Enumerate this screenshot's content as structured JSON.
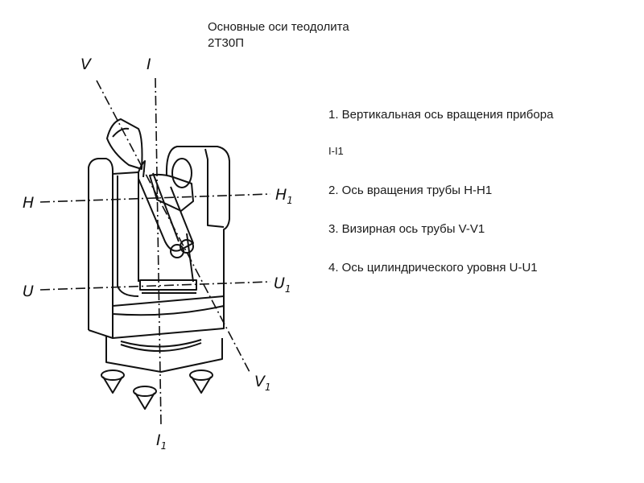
{
  "title": {
    "line1": "Основные оси теодолита",
    "line2": "2Т30П"
  },
  "items": [
    {
      "text": "1. Вертикальная ось вращения прибора"
    },
    {
      "text": "I-I1"
    },
    {
      "text": "2. Ось вращения трубы H-H1"
    },
    {
      "text": "3. Визирная ось трубы V-V1"
    },
    {
      "text": "4. Ось цилиндрического уровня U-U1"
    }
  ],
  "diagram": {
    "labels": {
      "I": "I",
      "I1": "I",
      "I1_sub": "1",
      "V": "V",
      "V1": "V",
      "V1_sub": "1",
      "H": "H",
      "H1": "H",
      "H1_sub": "1",
      "U": "U",
      "U1": "U",
      "U1_sub": "1"
    }
  }
}
